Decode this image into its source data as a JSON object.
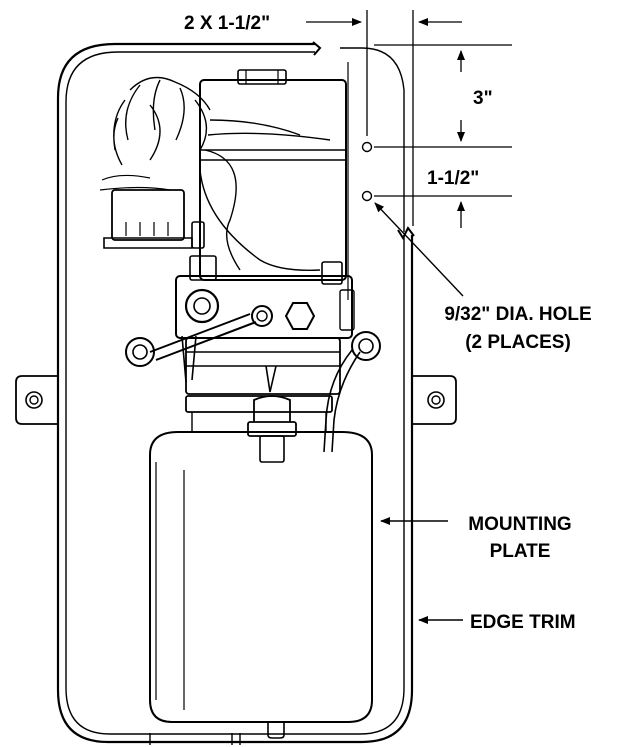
{
  "labels": {
    "dim_width": "2 X 1-1/2\"",
    "dim_spacing": "3\"",
    "dim_edge": "1-1/2\"",
    "hole_line1": "9/32\" DIA. HOLE",
    "hole_line2": "(2 PLACES)",
    "mounting_line1": "MOUNTING",
    "mounting_line2": "PLATE",
    "edge_trim": "EDGE TRIM"
  },
  "colors": {
    "line": "#000000",
    "background": "#ffffff"
  }
}
